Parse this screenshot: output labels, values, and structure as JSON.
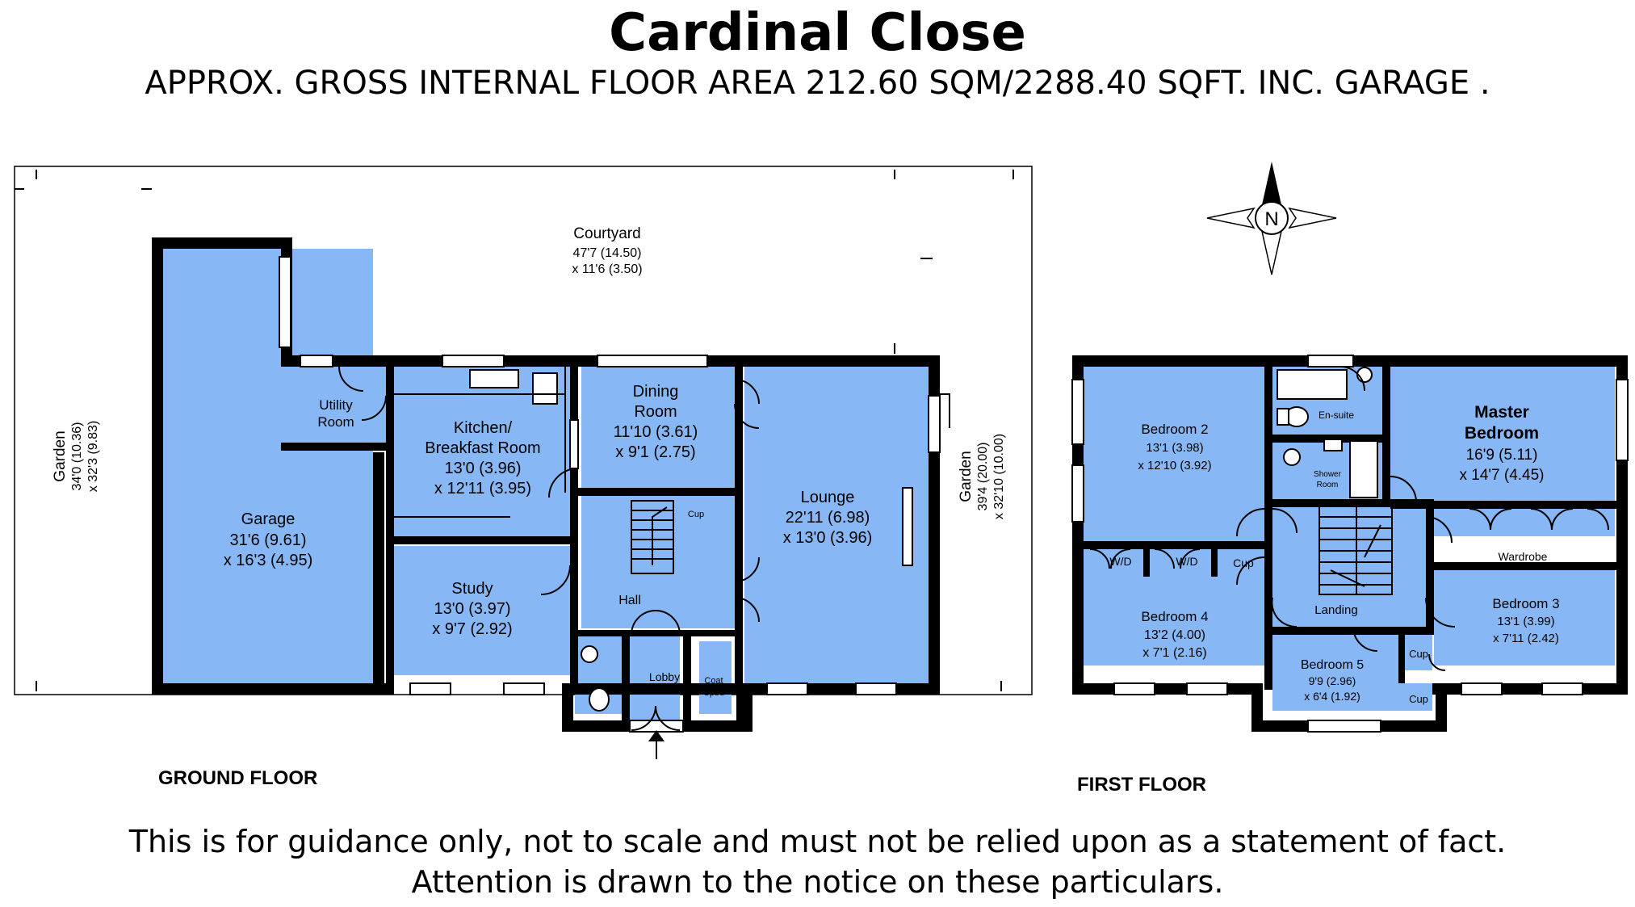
{
  "header": {
    "title": "Cardinal Close",
    "subtitle": "APPROX. GROSS INTERNAL FLOOR AREA 212.60 SQM/2288.40 SQFT. INC. GARAGE ."
  },
  "compass": {
    "label": "N"
  },
  "ground_floor": {
    "label": "GROUND FLOOR",
    "courtyard": {
      "name": "Courtyard",
      "dim1": "47'7 (14.50)",
      "dim2": "x 11'6 (3.50)"
    },
    "garden_west": {
      "name": "Garden",
      "dim1": "34'0 (10.36)",
      "dim2": "x 32'3 (9.83)"
    },
    "garden_east": {
      "name": "Garden",
      "dim1": "39'4 (20.00)",
      "dim2": "x 32'10 (10.00)"
    },
    "garage": {
      "name": "Garage",
      "dim1": "31'6 (9.61)",
      "dim2": "x 16'3 (4.95)"
    },
    "utility": {
      "name1": "Utility",
      "name2": "Room"
    },
    "kitchen": {
      "name1": "Kitchen/",
      "name2": "Breakfast Room",
      "dim1": "13'0 (3.96)",
      "dim2": "x 12'11 (3.95)"
    },
    "dining": {
      "name1": "Dining",
      "name2": "Room",
      "dim1": "11'10 (3.61)",
      "dim2": "x 9'1 (2.75)"
    },
    "lounge": {
      "name": "Lounge",
      "dim1": "22'11 (6.98)",
      "dim2": "x 13'0 (3.96)"
    },
    "study": {
      "name": "Study",
      "dim1": "13'0 (3.97)",
      "dim2": "x 9'7 (2.92)"
    },
    "hall": {
      "name": "Hall"
    },
    "lobby": {
      "name": "Lobby"
    },
    "cup": {
      "name": "Cup"
    },
    "coat": {
      "name1": "Coat",
      "name2": "Cpbd"
    }
  },
  "first_floor": {
    "label": "FIRST FLOOR",
    "bedroom2": {
      "name": "Bedroom 2",
      "dim1": "13'1 (3.98)",
      "dim2": "x 12'10 (3.92)"
    },
    "ensuite": {
      "name": "En-suite"
    },
    "master": {
      "name1": "Master",
      "name2": "Bedroom",
      "dim1": "16'9 (5.11)",
      "dim2": "x 14'7 (4.45)"
    },
    "shower": {
      "name1": "Shower",
      "name2": "Room"
    },
    "wd1": {
      "name": "W/D"
    },
    "wd2": {
      "name": "W/D"
    },
    "cup1": {
      "name": "Cup"
    },
    "wardrobe": {
      "name": "Wardrobe"
    },
    "landing": {
      "name": "Landing"
    },
    "bedroom4": {
      "name": "Bedroom 4",
      "dim1": "13'2 (4.00)",
      "dim2": "x 7'1 (2.16)"
    },
    "bedroom3": {
      "name": "Bedroom 3",
      "dim1": "13'1 (3.99)",
      "dim2": "x 7'11 (2.42)"
    },
    "bedroom5": {
      "name": "Bedroom 5",
      "dim1": "9'9 (2.96)",
      "dim2": "x 6'4 (1.92)"
    },
    "cup2": {
      "name": "Cup"
    },
    "cup3": {
      "name": "Cup"
    }
  },
  "disclaimer": {
    "line1": "This is for guidance only, not to scale and must not be relied upon as a statement of fact.",
    "line2": "Attention is drawn to the notice on these particulars."
  },
  "colors": {
    "room_fill": "#87b8f5",
    "wall": "#000000"
  }
}
